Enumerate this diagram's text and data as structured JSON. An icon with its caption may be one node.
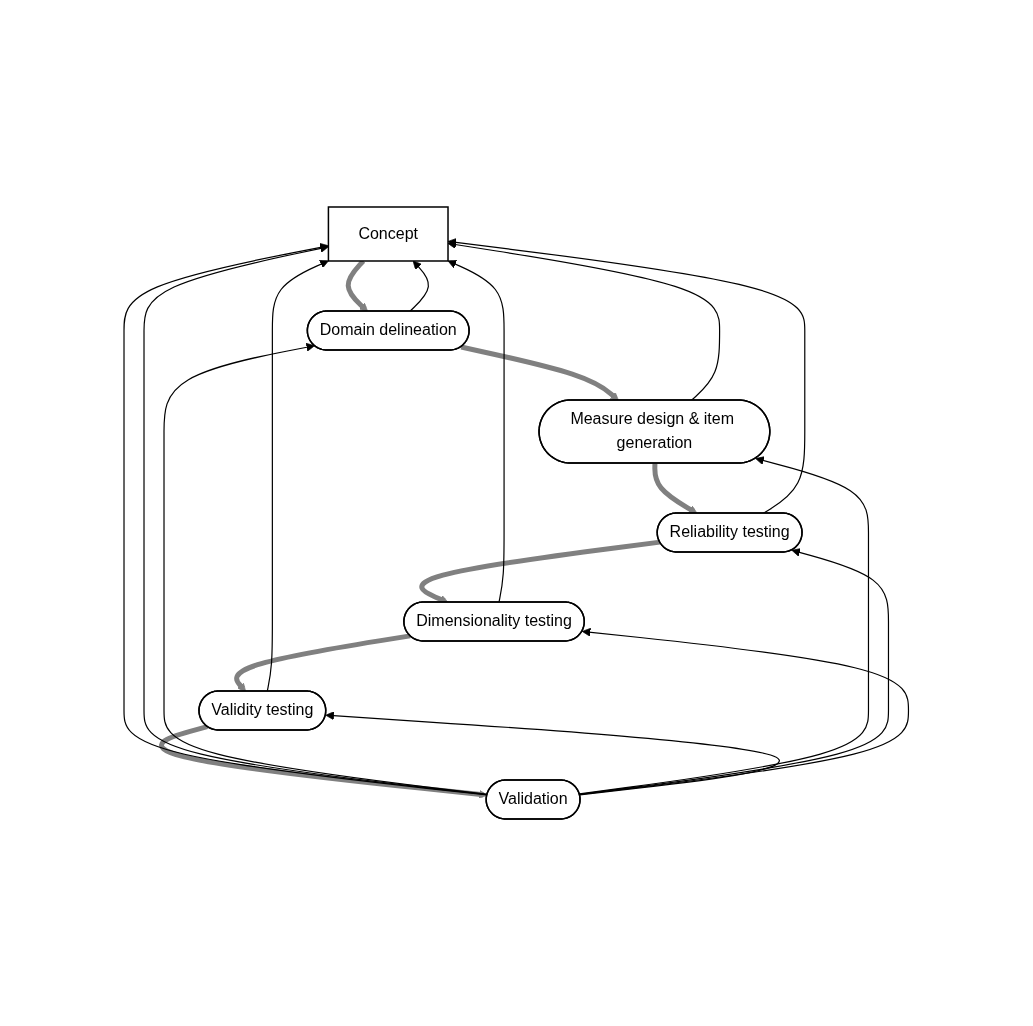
{
  "diagram": {
    "nodes": [
      {
        "text": [
          "Concept"
        ]
      },
      {
        "text": [
          "Domain delineation"
        ]
      },
      {
        "text": [
          "Measure design & item generation"
        ]
      },
      {
        "text": [
          "Reliability testing"
        ]
      },
      {
        "text": [
          "Dimensionality testing"
        ]
      },
      {
        "text": [
          "Validity testing"
        ]
      },
      {
        "text": [
          "Validation"
        ]
      }
    ],
    "edges": [
      {
        "from": 0,
        "to": 1,
        "arrow": "to",
        "style": "thick",
        "color": "#808080"
      },
      {
        "from": 1,
        "to": 2,
        "arrow": "to",
        "style": "thick",
        "color": "#808080"
      },
      {
        "from": 2,
        "to": 3,
        "arrow": "to",
        "style": "thick",
        "color": "#808080"
      },
      {
        "from": 3,
        "to": 4,
        "arrow": "to",
        "style": "thick",
        "color": "#808080"
      },
      {
        "from": 4,
        "to": 5,
        "arrow": "to",
        "style": "thick",
        "color": "#808080"
      },
      {
        "from": 5,
        "to": 6,
        "arrow": "to",
        "style": "thick",
        "color": "#808080"
      },
      {
        "from": 1,
        "to": 0,
        "arrow": "to"
      },
      {
        "from": 2,
        "to": 0,
        "arrow": "to"
      },
      {
        "from": 3,
        "to": 0,
        "arrow": "to"
      },
      {
        "from": 4,
        "to": 0,
        "arrow": "to"
      },
      {
        "from": 5,
        "to": 0,
        "arrow": "to"
      },
      {
        "from": 6,
        "to": 0,
        "arrow": "to"
      },
      {
        "from": 6,
        "to": 0,
        "arrow": "to"
      },
      {
        "from": 6,
        "to": 1,
        "arrow": "to"
      },
      {
        "from": 6,
        "to": 2,
        "arrow": "to"
      },
      {
        "from": 6,
        "to": 3,
        "arrow": "to"
      },
      {
        "from": 6,
        "to": 4,
        "arrow": "to"
      },
      {
        "from": 6,
        "to": 5,
        "arrow": "to"
      }
    ]
  }
}
